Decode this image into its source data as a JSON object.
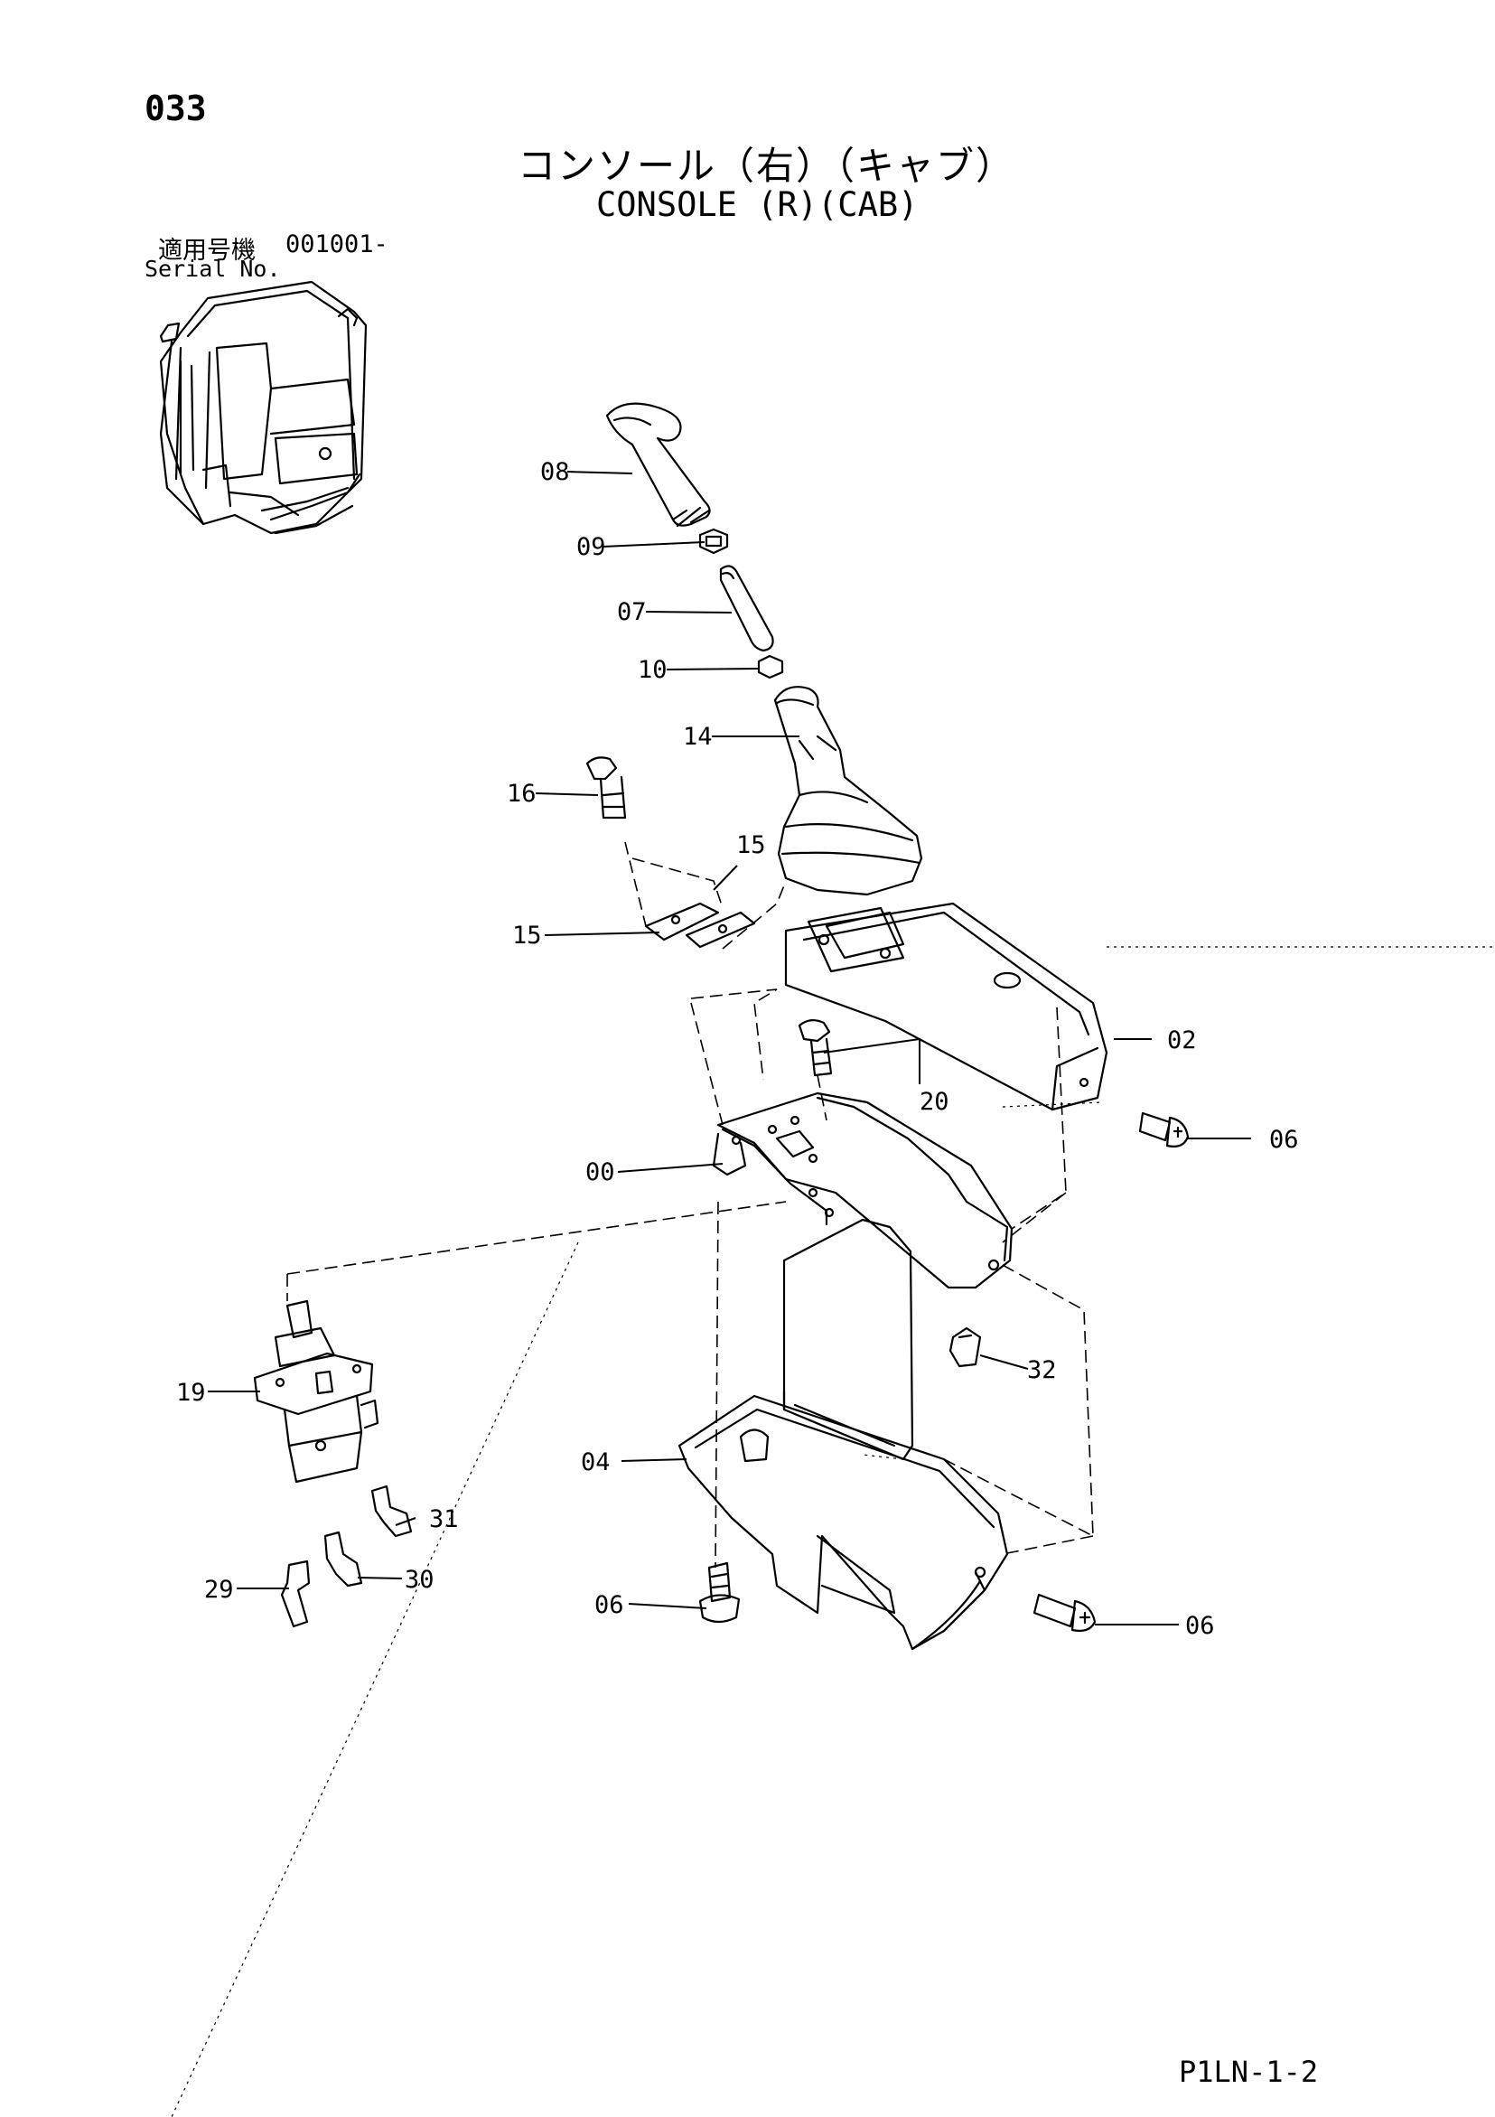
{
  "page_number": "033",
  "title_jp": "コンソール（右）（キャブ）",
  "title_en": "CONSOLE (R)(CAB)",
  "serial": {
    "label_jp": "適用号機",
    "value": "001001-",
    "label_en": "Serial No."
  },
  "doc_code": "P1LN-1-2",
  "callouts": [
    {
      "id": "08",
      "part": "knob"
    },
    {
      "id": "09",
      "part": "nut"
    },
    {
      "id": "07",
      "part": "rod"
    },
    {
      "id": "10",
      "part": "nut"
    },
    {
      "id": "14",
      "part": "boot"
    },
    {
      "id": "16",
      "part": "bolt"
    },
    {
      "id": "15",
      "part": "plate"
    },
    {
      "id": "15",
      "part": "plate"
    },
    {
      "id": "02",
      "part": "cover"
    },
    {
      "id": "20",
      "part": "bolt"
    },
    {
      "id": "06",
      "part": "screw"
    },
    {
      "id": "00",
      "part": "console frame"
    },
    {
      "id": "19",
      "part": "pilot valve"
    },
    {
      "id": "32",
      "part": "clip"
    },
    {
      "id": "04",
      "part": "lower cover"
    },
    {
      "id": "31",
      "part": "elbow"
    },
    {
      "id": "30",
      "part": "elbow"
    },
    {
      "id": "29",
      "part": "elbow"
    },
    {
      "id": "06",
      "part": "screw"
    },
    {
      "id": "06",
      "part": "screw"
    }
  ]
}
